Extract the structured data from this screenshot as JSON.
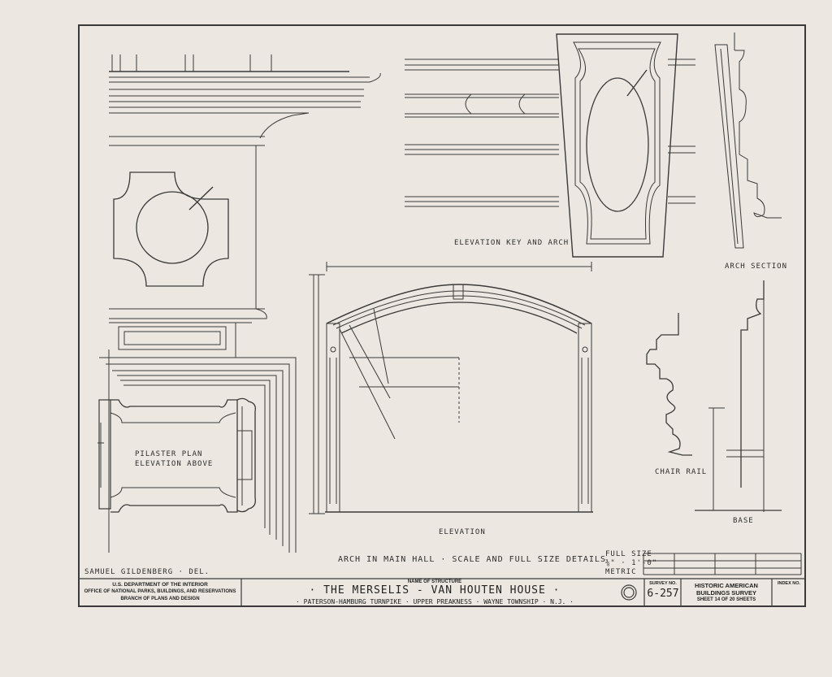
{
  "drawing": {
    "labels": {
      "elevation_key_arch": "ELEVATION  KEY AND ARCH",
      "arch_section": "ARCH  SECTION",
      "pilaster_plan": "PILASTER  PLAN",
      "elevation_above": "ELEVATION  ABOVE",
      "elevation": "ELEVATION",
      "chair_rail": "CHAIR  RAIL",
      "base": "BASE",
      "sheet_caption": "ARCH IN MAIN HALL · SCALE AND FULL SIZE DETAILS",
      "delineator": "SAMUEL  GILDENBERG  ·  DEL."
    },
    "scales": {
      "full_size": "FULL SIZE",
      "three_eighths": "⅜\" · 1'-0\"",
      "metric": "METRIC"
    }
  },
  "title_block": {
    "agency_line1": "U.S. DEPARTMENT OF THE INTERIOR",
    "agency_line2": "OFFICE OF NATIONAL PARKS, BUILDINGS, AND RESERVATIONS",
    "agency_line3": "BRANCH OF PLANS AND DESIGN",
    "name_of_structure_label": "NAME OF STRUCTURE",
    "structure_name": "· THE  MERSELIS - VAN HOUTEN  HOUSE  ·",
    "location": "· PATERSON-HAMBURG TURNPIKE · UPPER PREAKNESS · WAYNE TOWNSHIP · N.J. ·",
    "survey_no_label": "SURVEY NO.",
    "survey_no": "6-257",
    "survey_line1": "HISTORIC AMERICAN",
    "survey_line2": "BUILDINGS SURVEY",
    "sheet_text": "SHEET 14  OF 20  SHEETS",
    "index_label": "INDEX NO."
  }
}
